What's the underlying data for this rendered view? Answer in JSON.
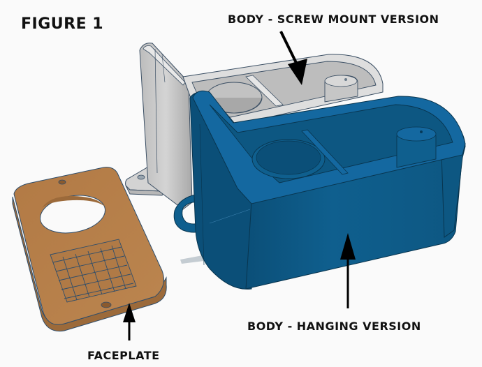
{
  "figure": {
    "title": "FIGURE 1"
  },
  "labels": {
    "screw_mount": "BODY - SCREW MOUNT VERSION",
    "hanging": "BODY - HANGING VERSION",
    "faceplate": "FACEPLATE"
  },
  "colors": {
    "background": "#fafafa",
    "screw_body": "#c9c9c9",
    "hanging_body": "#0f5f8e",
    "faceplate": "#b8804a",
    "outline": "#2e4d6b",
    "text": "#111111"
  }
}
